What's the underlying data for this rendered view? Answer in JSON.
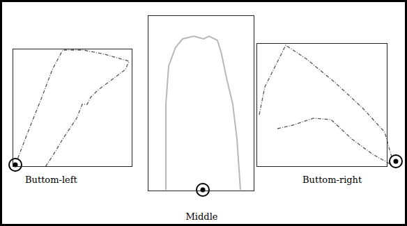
{
  "diagram": {
    "nodes": [
      {
        "text": [
          "Buttom-left"
        ]
      },
      {
        "text": [
          "Middle"
        ]
      },
      {
        "text": [
          "Buttom-right"
        ]
      }
    ]
  }
}
